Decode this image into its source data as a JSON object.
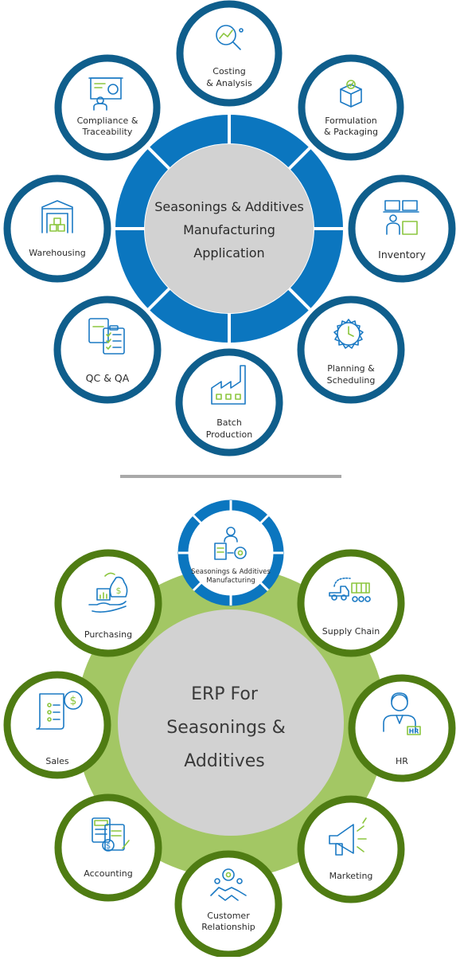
{
  "top_diagram": {
    "center": [
      "Seasonings & Additives",
      "Manufacturing",
      "Application"
    ],
    "nodes": [
      {
        "lines": [
          "Costing",
          "& Analysis"
        ],
        "icon": "magnifier-chart-icon"
      },
      {
        "lines": [
          "Formulation",
          "& Packaging"
        ],
        "icon": "box-check-icon"
      },
      {
        "lines": [
          "Inventory"
        ],
        "icon": "warehouse-worker-icon"
      },
      {
        "lines": [
          "Planning &",
          "Scheduling"
        ],
        "icon": "clock-gear-icon"
      },
      {
        "lines": [
          "Batch",
          "Production"
        ],
        "icon": "factory-icon"
      },
      {
        "lines": [
          "QC & QA"
        ],
        "icon": "clipboard-checklist-icon"
      },
      {
        "lines": [
          "Warehousing"
        ],
        "icon": "warehouse-icon"
      },
      {
        "lines": [
          "Compliance &",
          "Traceability"
        ],
        "icon": "presentation-board-icon"
      }
    ]
  },
  "bottom_diagram": {
    "center": [
      "ERP For",
      "Seasonings &",
      "Additives"
    ],
    "top_node": [
      "Seasonings & Additives",
      "Manufacturing"
    ],
    "nodes": [
      {
        "lines": [
          "Supply Chain"
        ],
        "icon": "supply-chain-truck-icon"
      },
      {
        "lines": [
          "HR"
        ],
        "icon": "hr-person-icon"
      },
      {
        "lines": [
          "Marketing"
        ],
        "icon": "megaphone-icon"
      },
      {
        "lines": [
          "Customer",
          "Relationship"
        ],
        "icon": "handshake-icon"
      },
      {
        "lines": [
          "Accounting"
        ],
        "icon": "calculator-invoice-icon"
      },
      {
        "lines": [
          "Sales"
        ],
        "icon": "receipt-dollar-icon"
      },
      {
        "lines": [
          "Purchasing"
        ],
        "icon": "hand-money-bag-icon"
      }
    ]
  },
  "colors": {
    "blue_dark": "#0f5e8c",
    "blue_ring": "#0b76bf",
    "green_dark": "#4f7c13",
    "green_light": "#a3c764",
    "grey_center": "#d2d2d2",
    "divider": "#a9a9a9"
  }
}
